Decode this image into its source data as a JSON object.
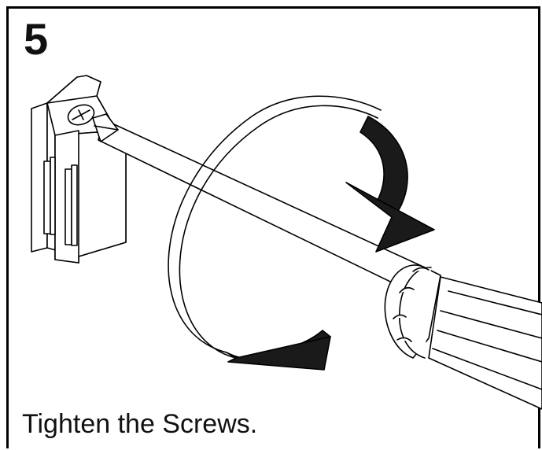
{
  "step": {
    "number": "5"
  },
  "caption": {
    "text": "Tighten the Screws."
  },
  "illustration": {
    "subject": "screwdriver-tightening-screw-on-bracket",
    "rotation": "clockwise-arrow"
  },
  "colors": {
    "ink": "#000000",
    "paper": "#ffffff"
  }
}
